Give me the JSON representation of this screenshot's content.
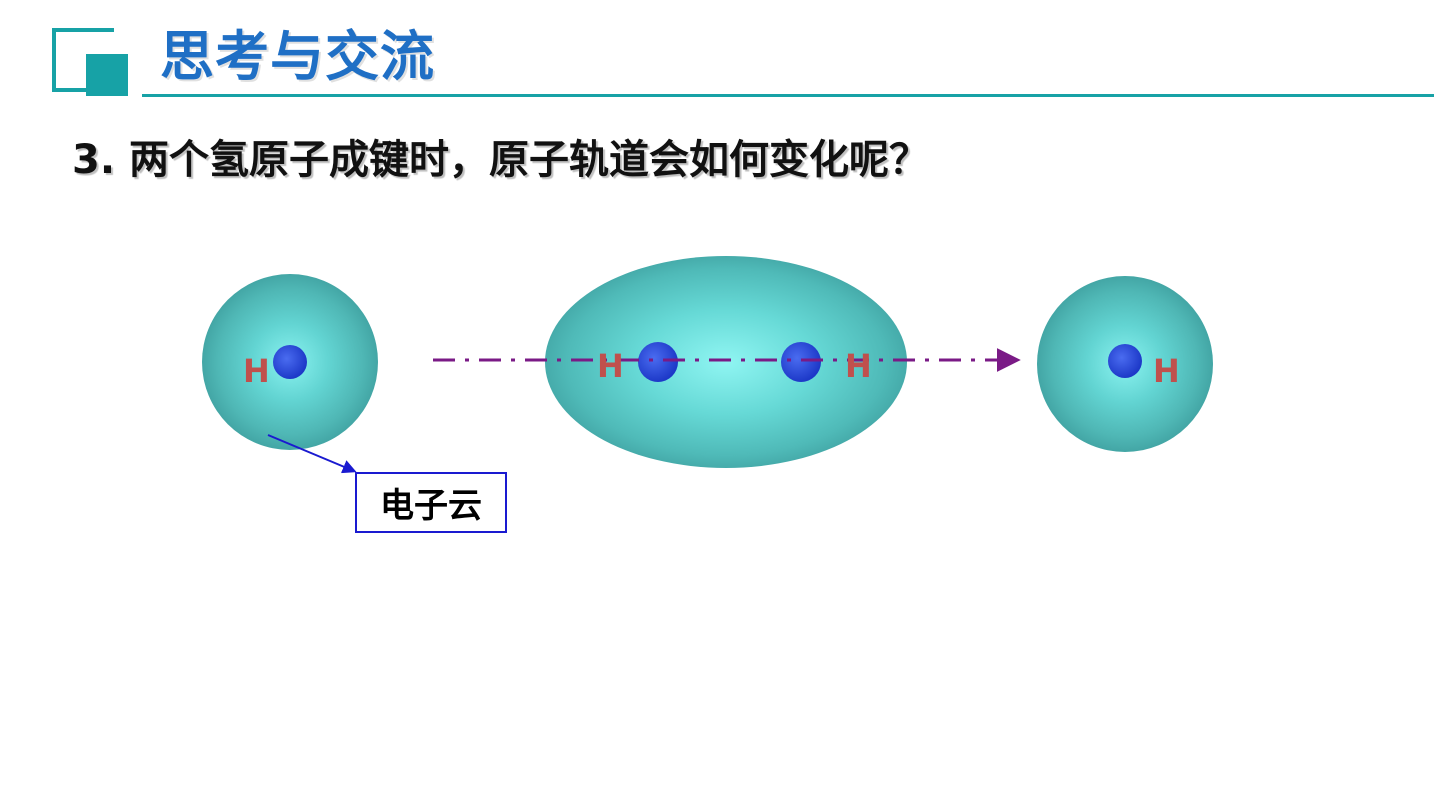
{
  "header": {
    "title": "思考与交流"
  },
  "question": {
    "text": "3. 两个氢原子成键时，原子轨道会如何变化呢？"
  },
  "diagram": {
    "atom_labels": {
      "left": "H",
      "middle_left": "H",
      "middle_right": "H",
      "right": "H"
    },
    "callout_label": "电子云"
  },
  "colors": {
    "header_blue": "#1f6fc5",
    "accent_teal": "#17a2a6",
    "cloud_teal": "#5ec8c6",
    "nucleus_blue": "#2a4fd8",
    "atom_label_red": "#c0504d",
    "arrow_purple": "#7a1a86",
    "callout_blue": "#1a1ad0"
  }
}
